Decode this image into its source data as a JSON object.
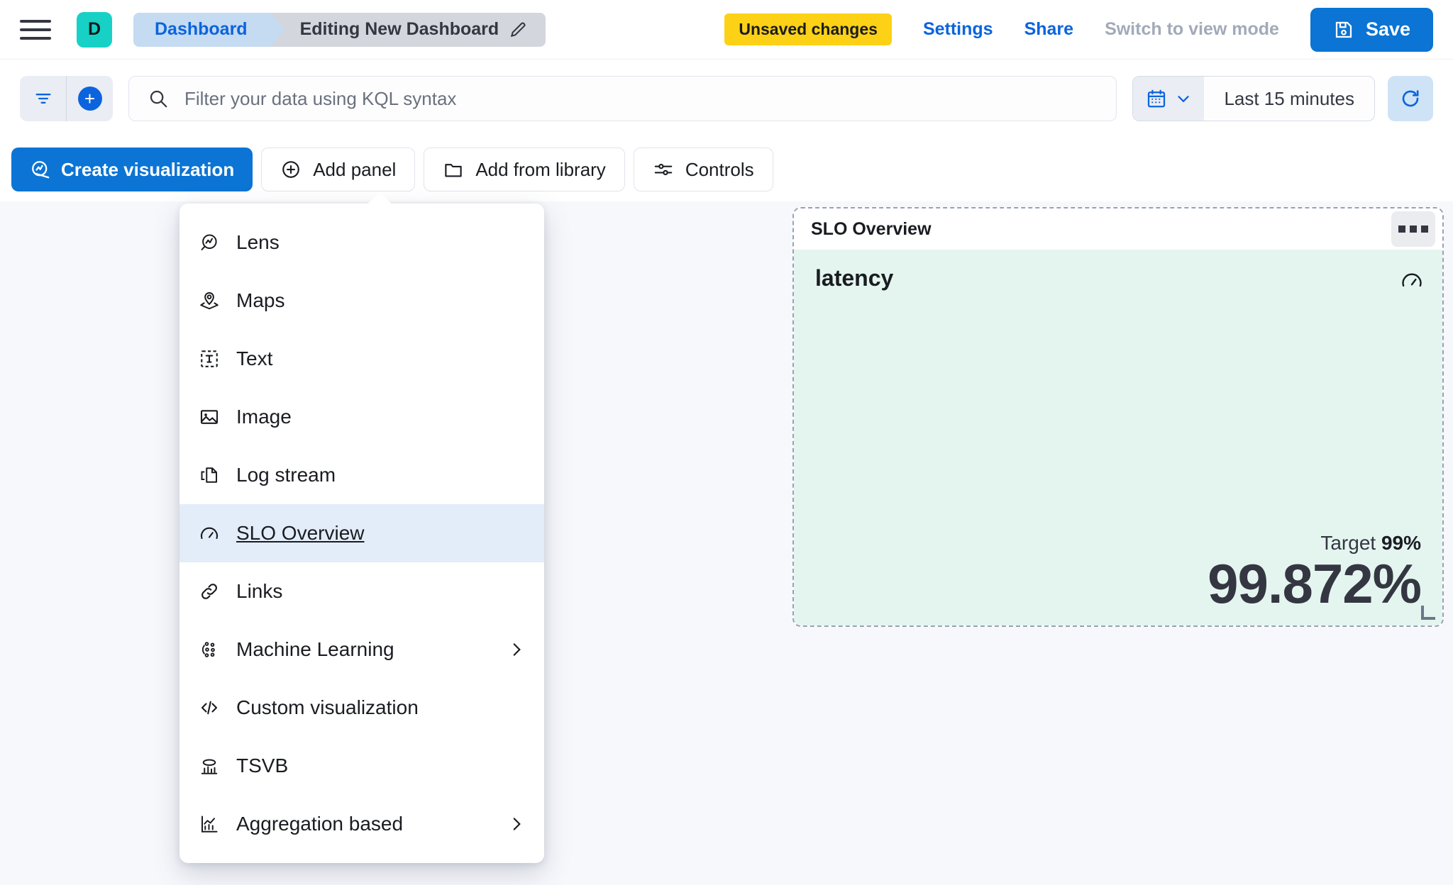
{
  "header": {
    "menu_icon": "hamburger-icon",
    "space_initial": "D",
    "breadcrumb_root": "Dashboard",
    "breadcrumb_current": "Editing New Dashboard",
    "edit_icon": "pencil-icon",
    "unsaved_badge": "Unsaved changes",
    "settings_link": "Settings",
    "share_link": "Share",
    "view_mode_link": "Switch to view mode",
    "save_label": "Save",
    "save_icon": "save-disk-icon",
    "accent_blue": "#0B74D4",
    "badge_yellow": "#FCD116",
    "space_teal": "#17D1C6"
  },
  "querybar": {
    "filter_icon": "filter-icon",
    "add_filter_icon": "plus-circle-icon",
    "search_icon": "search-icon",
    "placeholder": "Filter your data using KQL syntax",
    "value": "",
    "calendar_icon": "calendar-icon",
    "chevron_icon": "chevron-down-icon",
    "time_range": "Last 15 minutes",
    "refresh_icon": "refresh-icon"
  },
  "toolbar": {
    "create_visualization": "Create visualization",
    "create_visualization_icon": "lens-icon",
    "add_panel": "Add panel",
    "add_panel_icon": "plus-circle-outline-icon",
    "add_from_library": "Add from library",
    "add_from_library_icon": "folder-icon",
    "controls": "Controls",
    "controls_icon": "sliders-icon"
  },
  "add_panel_menu": {
    "items": [
      {
        "label": "Lens",
        "icon": "lens-icon",
        "has_submenu": false,
        "selected": false
      },
      {
        "label": "Maps",
        "icon": "map-pin-layers-icon",
        "has_submenu": false,
        "selected": false
      },
      {
        "label": "Text",
        "icon": "text-box-icon",
        "has_submenu": false,
        "selected": false
      },
      {
        "label": "Image",
        "icon": "image-icon",
        "has_submenu": false,
        "selected": false
      },
      {
        "label": "Log stream",
        "icon": "log-stream-icon",
        "has_submenu": false,
        "selected": false
      },
      {
        "label": "SLO Overview",
        "icon": "gauge-icon",
        "has_submenu": false,
        "selected": true
      },
      {
        "label": "Links",
        "icon": "link-icon",
        "has_submenu": false,
        "selected": false
      },
      {
        "label": "Machine Learning",
        "icon": "machine-learning-icon",
        "has_submenu": true,
        "selected": false
      },
      {
        "label": "Custom visualization",
        "icon": "code-icon",
        "has_submenu": false,
        "selected": false
      },
      {
        "label": "TSVB",
        "icon": "tsvb-chart-icon",
        "has_submenu": false,
        "selected": false
      },
      {
        "label": "Aggregation based",
        "icon": "aggregation-chart-icon",
        "has_submenu": true,
        "selected": false
      }
    ],
    "submenu_icon": "chevron-right-icon",
    "highlight_color": "#E3EDF9"
  },
  "slo_panel": {
    "panel_title": "SLO Overview",
    "context_menu_icon": "three-dots-icon",
    "slo_name": "latency",
    "gauge_icon": "gauge-icon",
    "target_label": "Target",
    "target_value": "99%",
    "sli_value": "99.872%",
    "body_color": "#E4F5F0",
    "resize_icon": "resize-handle-icon"
  }
}
